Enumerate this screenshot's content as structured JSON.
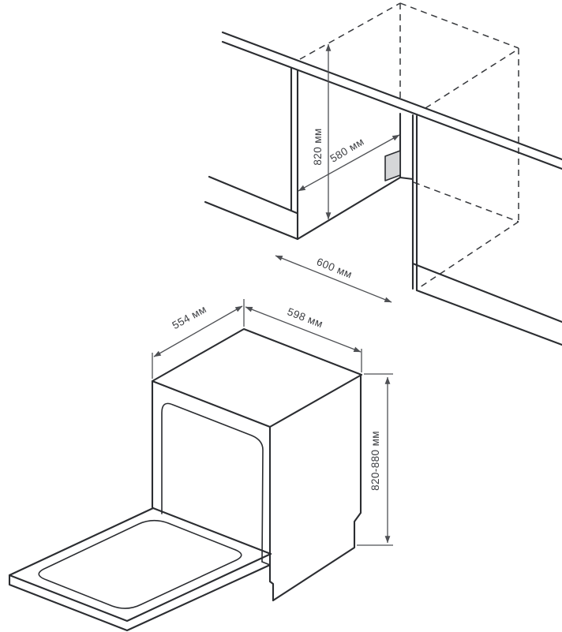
{
  "figure": {
    "kind": "dishwasher-installation-diagram",
    "labels": {
      "niche_height": "820 мм",
      "niche_depth": "580 мм",
      "niche_width": "600 мм",
      "dishwasher_depth": "554 мм",
      "dishwasher_width": "598 мм",
      "dishwasher_height": "820-880 мм"
    },
    "colors": {
      "background": "#ffffff",
      "line": "#2b2d31",
      "dashed": "#36383c",
      "dimension": "#4e5054",
      "text": "#3c3e42",
      "outlet_fill": "#d5d6d8"
    }
  }
}
